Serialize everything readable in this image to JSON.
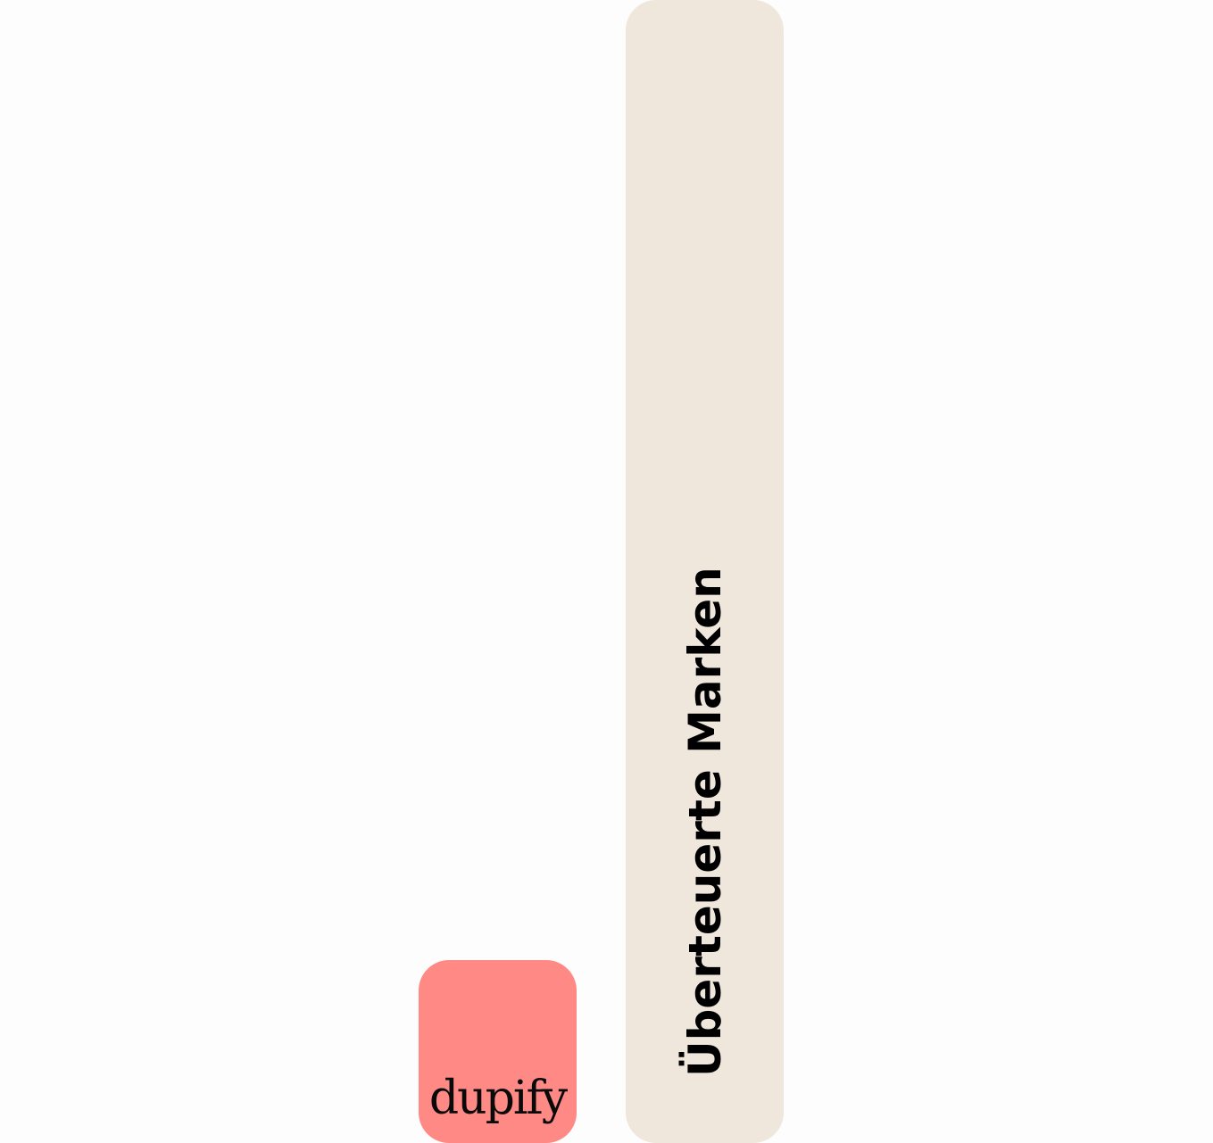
{
  "chart_data": {
    "type": "bar",
    "categories": [
      "dupify",
      "Überteuerte Marken"
    ],
    "values": [
      16,
      100
    ],
    "ylim": [
      0,
      100
    ],
    "grid": false,
    "colors": [
      "#ff8984",
      "#f0e7dc"
    ]
  }
}
